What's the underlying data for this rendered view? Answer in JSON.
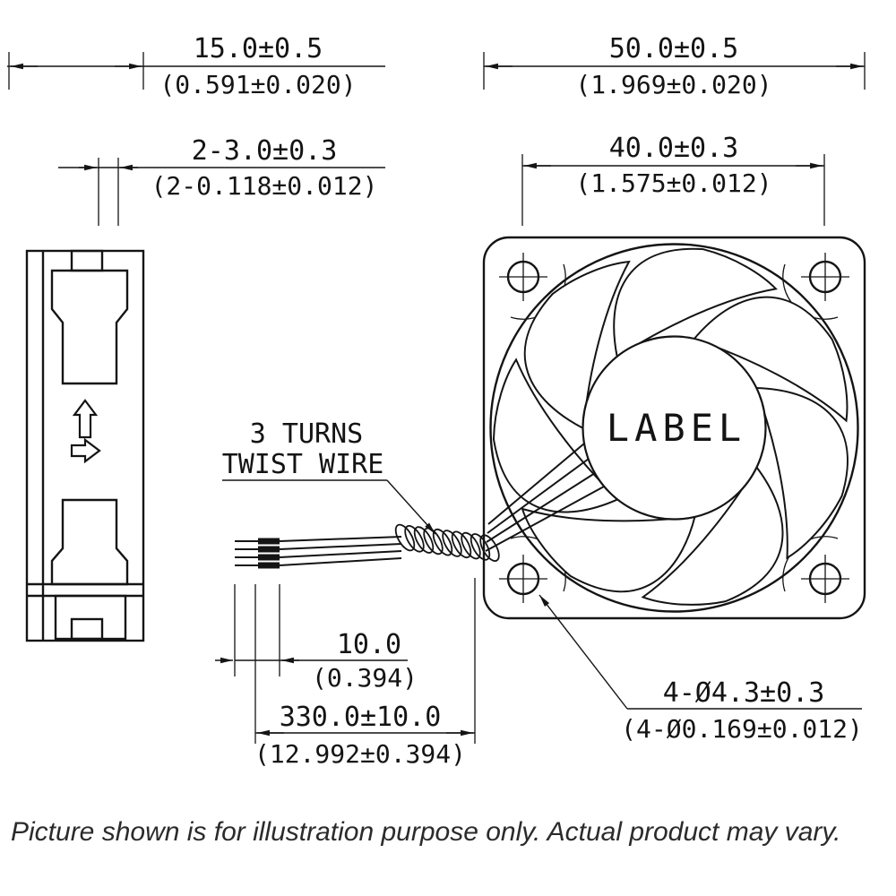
{
  "drawing": {
    "dims": {
      "side_width": {
        "mm": "15.0±0.5",
        "in": "(0.591±0.020)"
      },
      "hole_depth": {
        "mm": "2-3.0±0.3",
        "in": "(2-0.118±0.012)"
      },
      "frame_size": {
        "mm": "50.0±0.5",
        "in": "(1.969±0.020)"
      },
      "hole_pitch": {
        "mm": "40.0±0.3",
        "in": "(1.575±0.012)"
      },
      "pin_length": {
        "mm": "10.0",
        "in": "(0.394)"
      },
      "wire_length": {
        "mm": "330.0±10.0",
        "in": "(12.992±0.394)"
      },
      "mount_holes": {
        "mm": "4-Ø4.3±0.3",
        "in": "(4-Ø0.169±0.012)"
      }
    },
    "callouts": {
      "twist_line1": "3 TURNS",
      "twist_line2": "TWIST WIRE",
      "hub_label": "LABEL"
    }
  },
  "footer": {
    "disclaimer": "Picture shown is for illustration purpose only. Actual product may vary."
  },
  "colors": {
    "line": "#141414",
    "background": "#ffffff"
  }
}
